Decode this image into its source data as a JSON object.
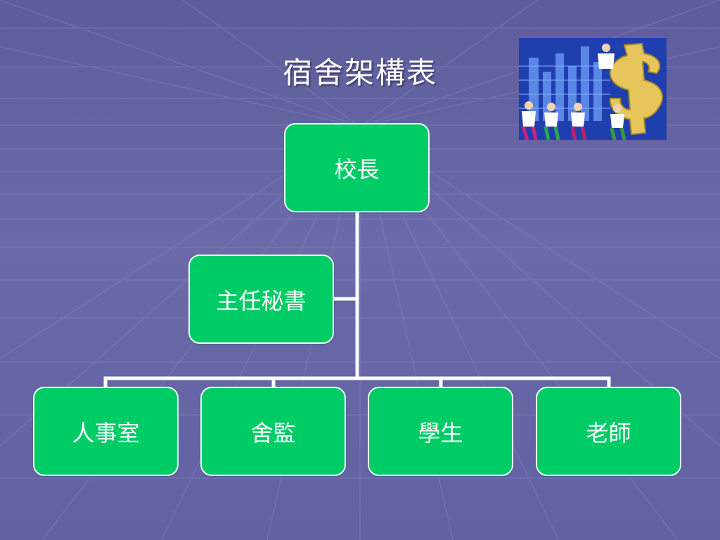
{
  "slide": {
    "title": "宿舍架構表"
  },
  "org_chart": {
    "root": {
      "label": "校長"
    },
    "assistant": {
      "label": "主任秘書"
    },
    "children": [
      {
        "label": "人事室"
      },
      {
        "label": "舍監"
      },
      {
        "label": "學生"
      },
      {
        "label": "老師"
      }
    ]
  },
  "clipart": {
    "icon": "business-people-dollar-clipart"
  },
  "colors": {
    "node_fill": "#00cc66",
    "node_border": "#e8fff2",
    "connector": "#ffffff",
    "background": "#6464a4"
  }
}
